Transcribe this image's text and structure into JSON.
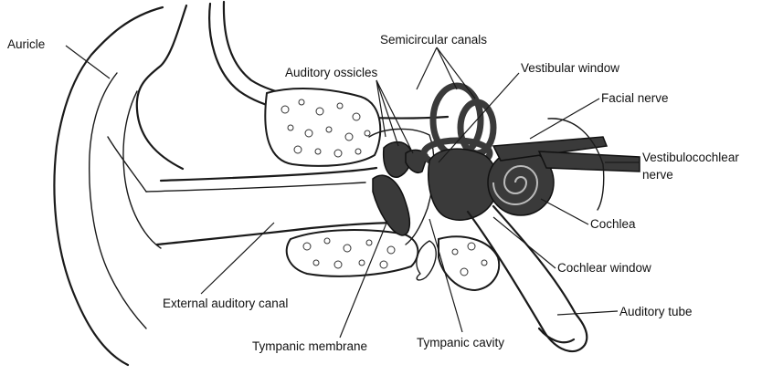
{
  "labels": {
    "auricle": "Auricle",
    "semicircular_canals": "Semicircular canals",
    "auditory_ossicles": "Auditory ossicles",
    "vestibular_window": "Vestibular window",
    "facial_nerve": "Facial nerve",
    "vestibulocochlear_line1": "Vestibulocochlear",
    "vestibulocochlear_line2": "nerve",
    "cochlea": "Cochlea",
    "cochlear_window": "Cochlear window",
    "external_auditory_canal": "External auditory canal",
    "auditory_tube": "Auditory tube",
    "tympanic_membrane": "Tympanic membrane",
    "tympanic_cavity": "Tympanic cavity"
  },
  "colors": {
    "line": "#1a1a1a",
    "fill_dark": "#3a3a3a",
    "background": "#ffffff"
  }
}
